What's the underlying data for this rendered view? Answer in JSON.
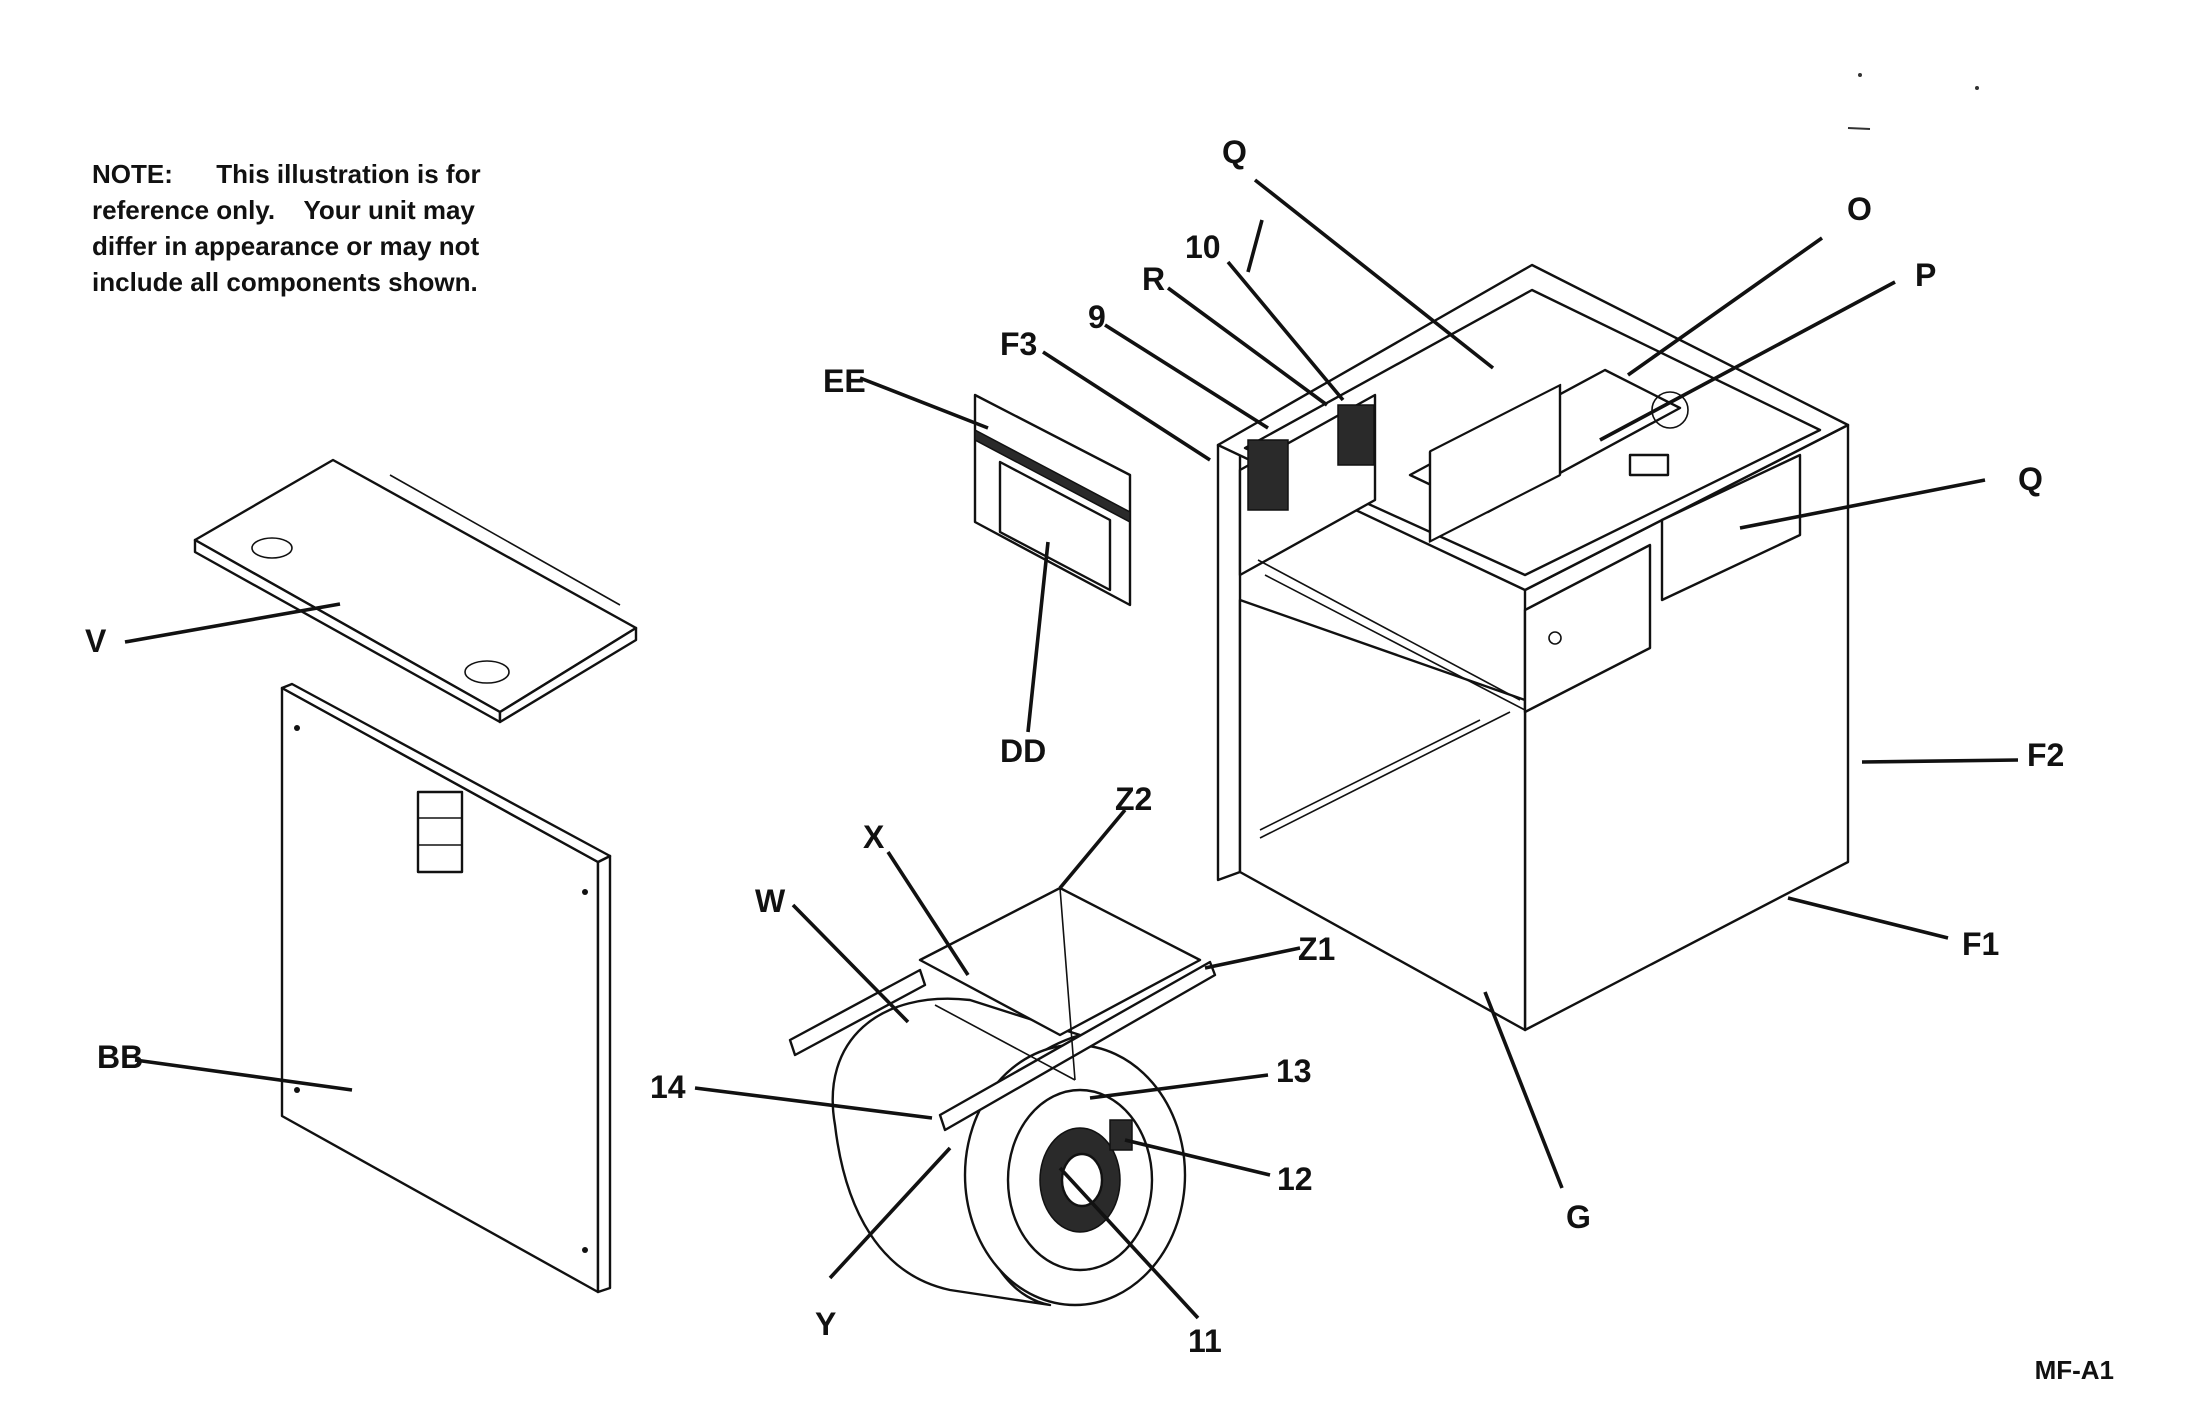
{
  "note": {
    "lines": [
      "NOTE:      This illustration is for",
      "reference only.    Your unit may",
      "differ in appearance or may not",
      "include all components shown."
    ]
  },
  "reference_code": "MF-A1",
  "callouts": [
    {
      "id": "Q-top",
      "label": "Q"
    },
    {
      "id": "O",
      "label": "O"
    },
    {
      "id": "10",
      "label": "10"
    },
    {
      "id": "P",
      "label": "P"
    },
    {
      "id": "R",
      "label": "R"
    },
    {
      "id": "9",
      "label": "9"
    },
    {
      "id": "F3",
      "label": "F3"
    },
    {
      "id": "EE",
      "label": "EE"
    },
    {
      "id": "Q-right",
      "label": "Q"
    },
    {
      "id": "DD",
      "label": "DD"
    },
    {
      "id": "V",
      "label": "V"
    },
    {
      "id": "F2",
      "label": "F2"
    },
    {
      "id": "Z2",
      "label": "Z2"
    },
    {
      "id": "X",
      "label": "X"
    },
    {
      "id": "W",
      "label": "W"
    },
    {
      "id": "Z1",
      "label": "Z1"
    },
    {
      "id": "F1",
      "label": "F1"
    },
    {
      "id": "BB",
      "label": "BB"
    },
    {
      "id": "14",
      "label": "14"
    },
    {
      "id": "13",
      "label": "13"
    },
    {
      "id": "12",
      "label": "12"
    },
    {
      "id": "G",
      "label": "G"
    },
    {
      "id": "Y",
      "label": "Y"
    },
    {
      "id": "11",
      "label": "11"
    }
  ]
}
